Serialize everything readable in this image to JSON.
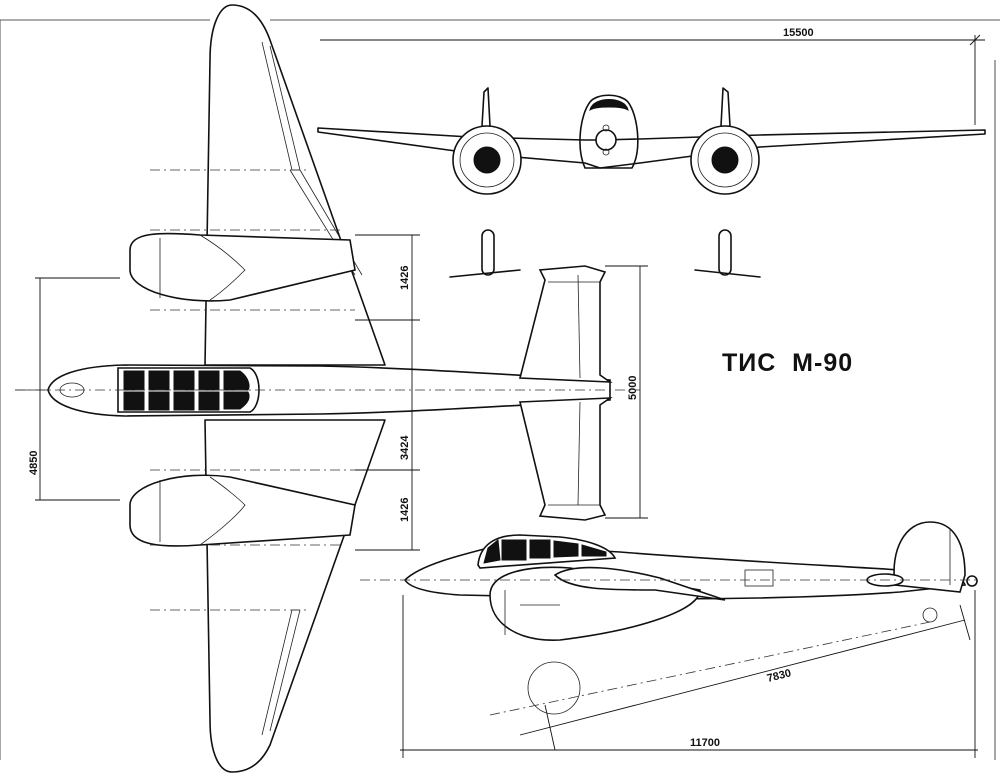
{
  "title": "ТИС  М-90",
  "dimensions": {
    "wingspan": "15500",
    "length": "11700",
    "length_partial": "7830",
    "tail_span": "5000",
    "track_total": "4850",
    "nacelle_offset_upper": "1426",
    "nacelle_offset_lower": "1426",
    "center_offset": "3424"
  },
  "views": [
    "front-view",
    "top-view",
    "side-view"
  ]
}
